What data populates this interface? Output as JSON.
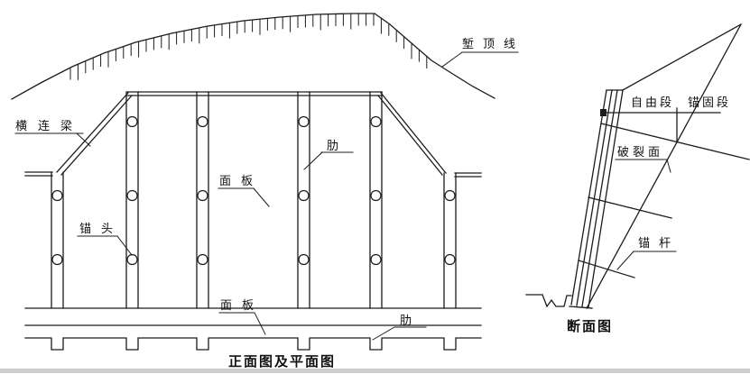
{
  "window": {
    "bottom_bar_color": "#cdcdcd"
  },
  "drawing": {
    "line_color": "#1c1c1c",
    "front_view": {
      "caption": "正面图及平面图",
      "crest_line_label": "堑顶线",
      "cross_beam_label": "横连梁",
      "anchor_head_label": "锚头",
      "panel_label": "面板",
      "rib_label": "肋",
      "panel_plan_label": "面板",
      "rib_plan_label": "肋"
    },
    "section_view": {
      "caption": "断面图",
      "free_segment_label": "自由段",
      "bond_segment_label": "锚固段",
      "rupture_surface_label": "破裂面",
      "anchor_rod_label": "锚杆"
    }
  }
}
